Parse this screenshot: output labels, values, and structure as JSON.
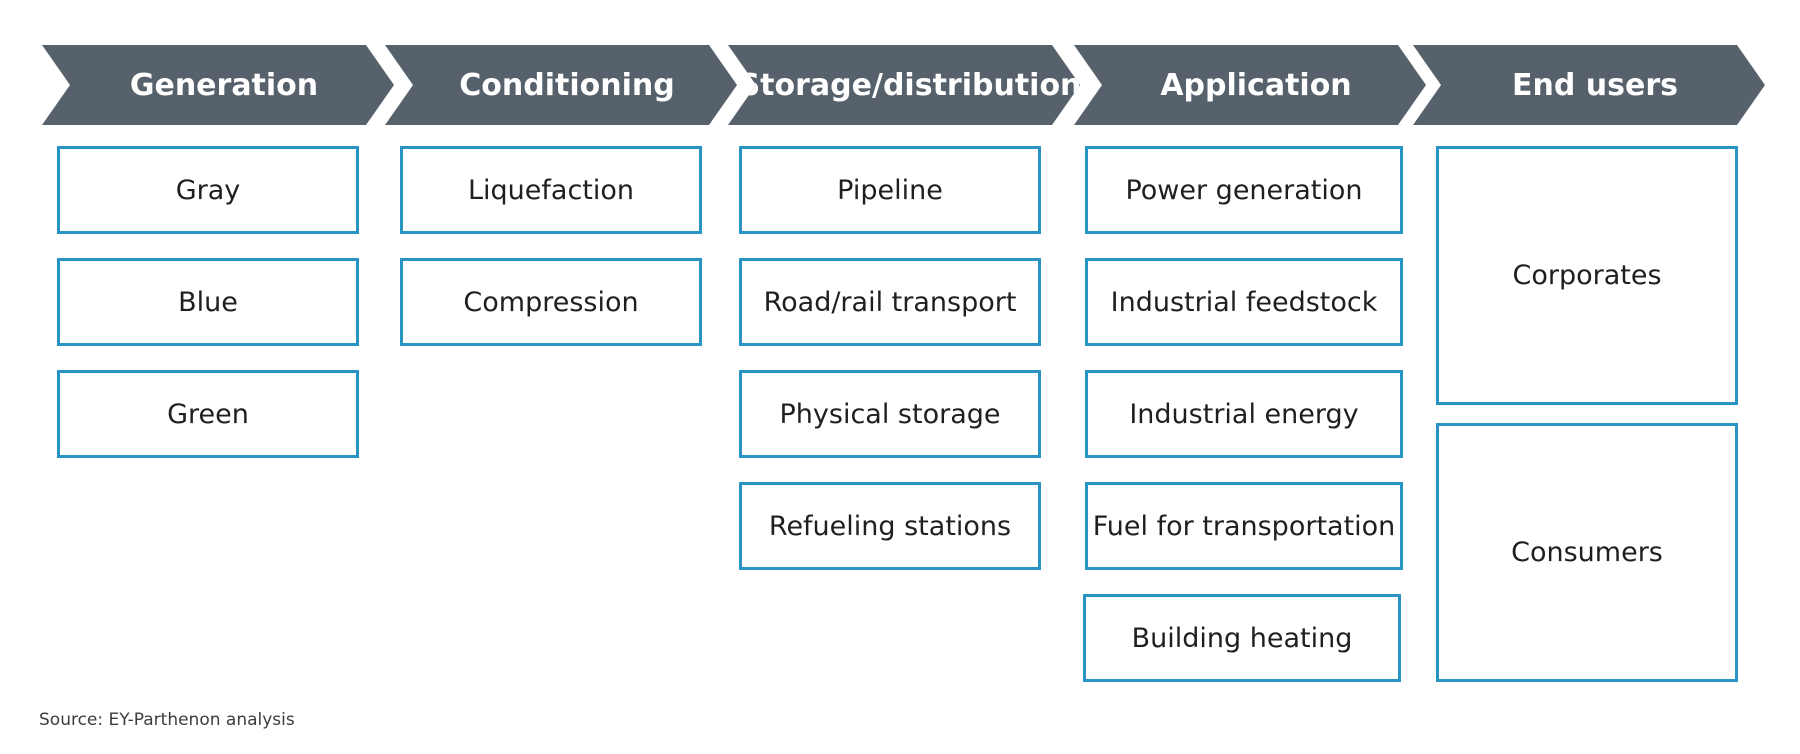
{
  "stages": [
    {
      "label": "Generation",
      "items": [
        "Gray",
        "Blue",
        "Green"
      ]
    },
    {
      "label": "Conditioning",
      "items": [
        "Liquefaction",
        "Compression"
      ]
    },
    {
      "label": "Storage/distribution",
      "items": [
        "Pipeline",
        "Road/rail transport",
        "Physical storage",
        "Refueling stations"
      ]
    },
    {
      "label": "Application",
      "items": [
        "Power generation",
        "Industrial feedstock",
        "Industrial energy",
        "Fuel for transportation",
        "Building heating"
      ]
    },
    {
      "label": "End users",
      "items": [
        "Corporates",
        "Consumers"
      ]
    }
  ],
  "source": "Source: EY-Parthenon analysis",
  "colors": {
    "chevron": "#56616b",
    "box_border": "#2a95c4",
    "chevron_text": "#ffffff"
  }
}
